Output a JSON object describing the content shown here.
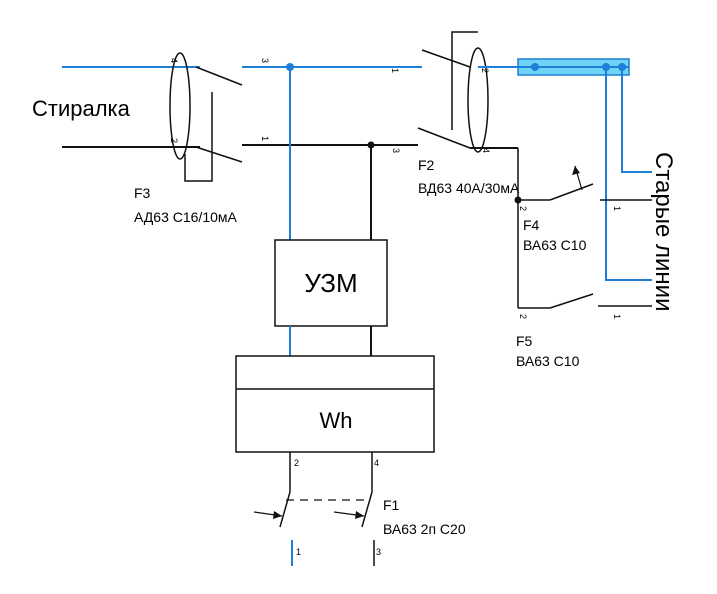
{
  "labels": {
    "washer": "Стиралка",
    "f3_name": "F3",
    "f3_model": "АД63 С16/10мА",
    "f2_name": "F2",
    "f2_model": "ВД63 40А/30мА",
    "f4_name": "F4",
    "f4_model": "ВА63 С10",
    "f5_name": "F5",
    "f5_model": "ВА63 С10",
    "f1_name": "F1",
    "f1_model": "ВА63 2п С20",
    "uzm": "УЗМ",
    "meter": "Wh",
    "old_lines": "Старые линии"
  },
  "terminals": {
    "f3_top_right": "3",
    "f3_bottom_right": "1",
    "f3_top_left": "4",
    "f3_bottom_left": "2",
    "f2_top_left": "1",
    "f2_bottom_left": "3",
    "f2_top_right": "2",
    "f2_bottom_right": "4",
    "f4_left": "2",
    "f4_right": "1",
    "f5_left": "2",
    "f5_right": "1",
    "meter_out_left": "2",
    "meter_out_right": "4",
    "f1_bottom_left": "1",
    "f1_bottom_right": "3"
  },
  "colors": {
    "neutral": "#1d7fd6",
    "phase": "#111111",
    "busbar_fill": "#6fd3f7"
  }
}
